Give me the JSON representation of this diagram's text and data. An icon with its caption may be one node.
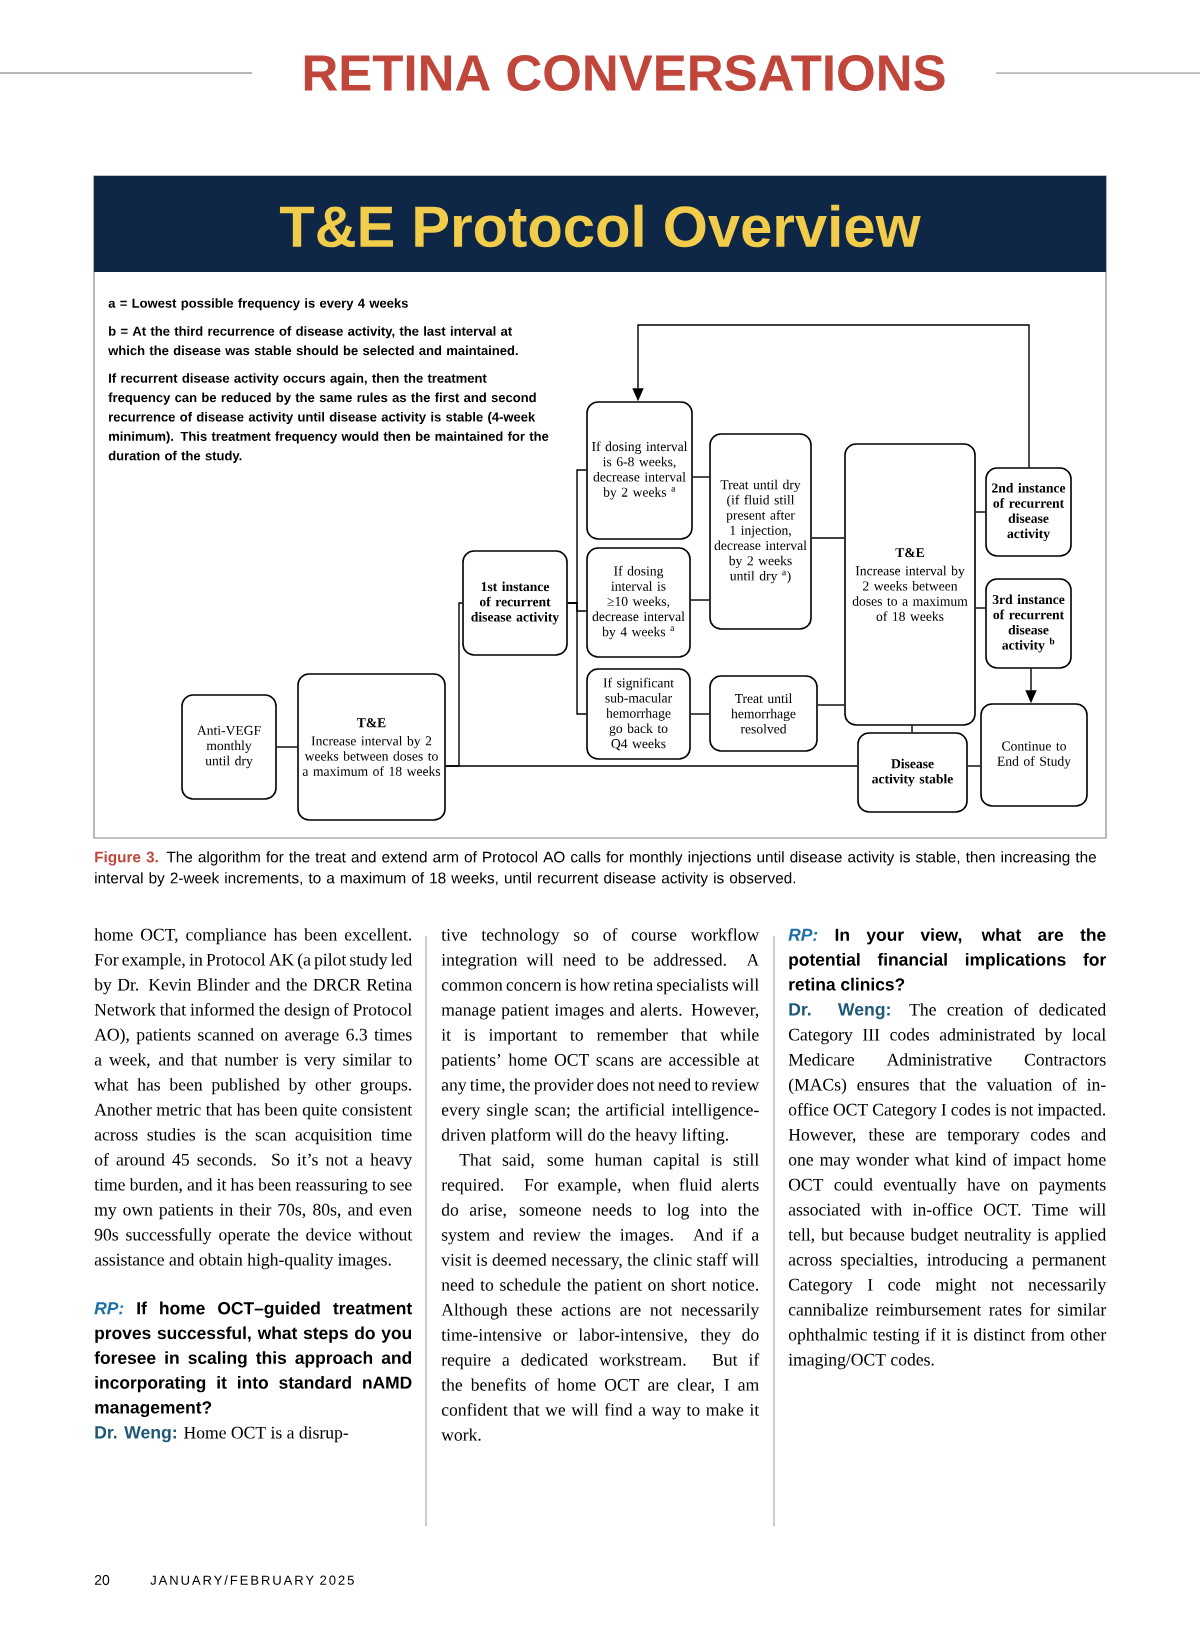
{
  "diagram": {
    "title": "T&E Protocol Overview",
    "caption": "**Figure 3.** The algorithm for the treat and extend arm of Protocol AO calls for monthly injections until disease activity is stable, then increasing the interval by 2-week increments, to a maximum of 18 weeks, until recurrent disease activity is observed.",
    "nodes": [
      {
        "text": [
          "Anti-VEGF monthly until dry"
        ]
      },
      {
        "text": [
          "T&E",
          "Increase interval by 2 weeks between doses to a maximum of 18 weeks"
        ]
      },
      {
        "text": [
          "1st instance of recurrent disease activity"
        ]
      },
      {
        "text": [
          "If dosing interval is 6-8 weeks, decrease interval by 2 weeks $^{a}$"
        ]
      },
      {
        "text": [
          "If dosing interval is ≥10 weeks, decrease interval by 4 weeks $^{a}$"
        ]
      },
      {
        "text": [
          "If significant sub-macular hemorrhage go back to Q4 weeks"
        ]
      },
      {
        "text": [
          "Treat until dry (if fluid still present after 1 injection, decrease interval by 2 weeks until dry $^{a}$)"
        ]
      },
      {
        "text": [
          "Treat until hemorrhage resolved"
        ]
      },
      {
        "text": [
          "T&E",
          "Increase interval by 2 weeks between doses to a maximum of 18 weeks"
        ]
      },
      {
        "text": [
          "Disease activity stable"
        ]
      },
      {
        "text": [
          "2nd instance of recurrent disease activity"
        ]
      },
      {
        "text": [
          "3rd instance of recurrent disease activity $^{b}$"
        ]
      },
      {
        "text": [
          "Continue to End of Study"
        ]
      }
    ],
    "edges": [
      {
        "from": 0,
        "to": 1,
        "arrow": "none"
      },
      {
        "from": 1,
        "to": 2,
        "arrow": "none"
      },
      {
        "from": 1,
        "to": 9,
        "arrow": "none"
      },
      {
        "from": 2,
        "to": 3,
        "arrow": "none"
      },
      {
        "from": 2,
        "to": 4,
        "arrow": "none"
      },
      {
        "from": 2,
        "to": 5,
        "arrow": "none"
      },
      {
        "from": 3,
        "to": 6,
        "arrow": "none"
      },
      {
        "from": 4,
        "to": 6,
        "arrow": "none"
      },
      {
        "from": 5,
        "to": 7,
        "arrow": "none"
      },
      {
        "from": 6,
        "to": 8,
        "arrow": "none"
      },
      {
        "from": 7,
        "to": 8,
        "arrow": "none"
      },
      {
        "from": 8,
        "to": 9,
        "arrow": "none"
      },
      {
        "from": 8,
        "to": 10,
        "arrow": "none"
      },
      {
        "from": 8,
        "to": 11,
        "arrow": "none"
      },
      {
        "from": 10,
        "to": 3,
        "arrow": "to"
      },
      {
        "from": 11,
        "to": 12,
        "arrow": "to"
      },
      {
        "from": 9,
        "to": 12,
        "arrow": "none"
      }
    ],
    "labels": [
      "RETINA CONVERSATIONS",
      "a = Lowest possible frequency is every 4 weeks",
      "b = At the third recurrence of disease activity, the last interval at which the disease was stable should be selected and maintained.",
      "If recurrent disease activity occurs again, then the treatment frequency can be reduced by the same rules as the first and second recurrence of disease activity until disease activity is stable (4-week minimum). This treatment frequency would then be maintained for the duration of the study.",
      "home OCT, compliance has been excellent. For example, in Protocol AK (a pilot study led by Dr. Kevin Blinder and the DRCR Retina Network that informed the design of Protocol AO), patients scanned on average 6.3 times a week, and that number is very similar to what has been published by other groups. Another metric that has been quite consistent across studies is the scan acquisition time of around 45 seconds. So it’s not a heavy time burden, and it has been reassuring to see my own patients in their 70s, 80s, and even 90s successfully operate the device without assistance and obtain high-quality images.",
      "RP:",
      "If home OCT–guided treatment proves successful, what steps do you foresee in scaling this approach and incorporating it into standard nAMD management?",
      "Dr. Weng:",
      "Home OCT is a disrup-",
      "tive technology so of course workflow integration will need to be addressed. A common concern is how retina specialists will manage patient images and alerts. However, it is important to remember that while patients’ home OCT scans are accessible at any time, the provider does not need to review every single scan; the artificial intelligence-driven platform will do the heavy lifting.",
      "That said, some human capital is still required. For example, when fluid alerts do arise, someone needs to log into the system and review the images. And if a visit is deemed necessary, the clinic staff will need to schedule the patient on short notice. Although these actions are not necessarily time-intensive or labor-intensive, they do require a dedicated workstream. But if the benefits of home OCT are clear, I am confident that we will find a way to make it work.",
      "RP:",
      "In your view, what are the potential financial implications for retina clinics?",
      "Dr. Weng:",
      "The creation of dedicated Category III codes administrated by local Medicare Administrative Contractors (MACs) ensures that the valuation of in-office OCT Category I codes is not impacted. However, these are temporary codes and one may wonder what kind of impact home OCT could eventually have on payments associated with in-office OCT. Time will tell, but because budget neutrality is applied across specialties, introducing a permanent Category I code might not necessarily cannibalize reimbursement rates for similar ophthalmic testing if it is distinct from other imaging/OCT codes.",
      "20",
      "JANUARY/FEBRUARY 2025"
    ]
  }
}
